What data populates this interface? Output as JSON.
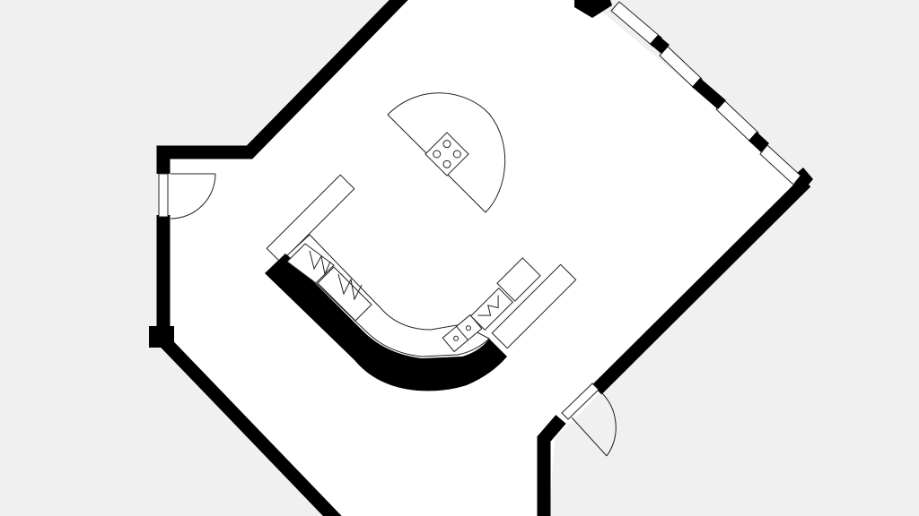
{
  "colors": {
    "background": "#f0f0f0",
    "floor": "#ffffff",
    "wall": "#000000",
    "line": "#222222"
  },
  "fixtures": [
    {
      "name": "kitchen-island",
      "icon": "semicircle-counter"
    },
    {
      "name": "cooktop",
      "icon": "four-burner-icon"
    },
    {
      "name": "kitchen-counter",
      "icon": "curved-counter"
    },
    {
      "name": "sink",
      "icon": "double-sink-icon"
    },
    {
      "name": "entry-door",
      "icon": "door-swing-arc"
    },
    {
      "name": "side-door",
      "icon": "door-swing-arc"
    },
    {
      "name": "window-strip",
      "icon": "window-icon"
    }
  ]
}
